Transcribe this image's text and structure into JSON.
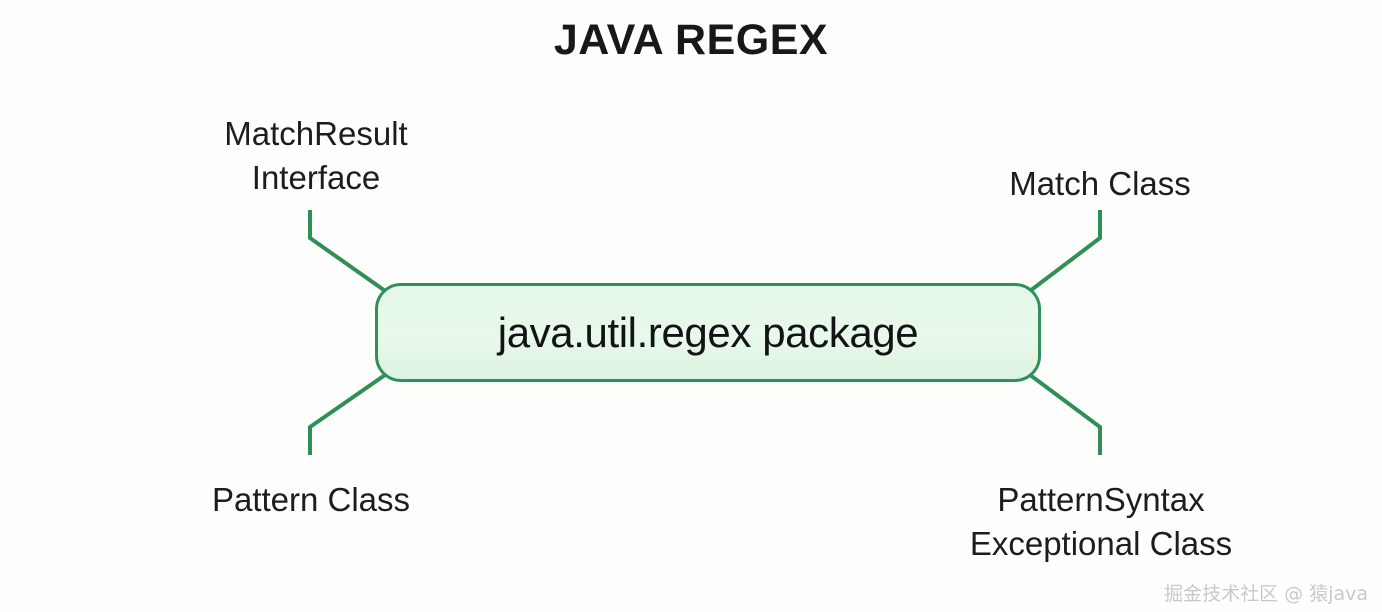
{
  "title": "JAVA REGEX",
  "center": {
    "label": "java.util.regex package",
    "fill_color": "#e5f7e8",
    "border_color": "#2f9159"
  },
  "connector_color": "#2f8f57",
  "nodes": [
    {
      "id": "match-result-interface",
      "label": "MatchResult\nInterface",
      "position": "top-left"
    },
    {
      "id": "match-class",
      "label": "Match Class",
      "position": "top-right"
    },
    {
      "id": "pattern-class",
      "label": "Pattern Class",
      "position": "bottom-left"
    },
    {
      "id": "pattern-syntax-exceptional-class",
      "label": "PatternSyntax\nExceptional Class",
      "position": "bottom-right"
    }
  ],
  "watermark": "掘金技术社区 @ 猿java"
}
